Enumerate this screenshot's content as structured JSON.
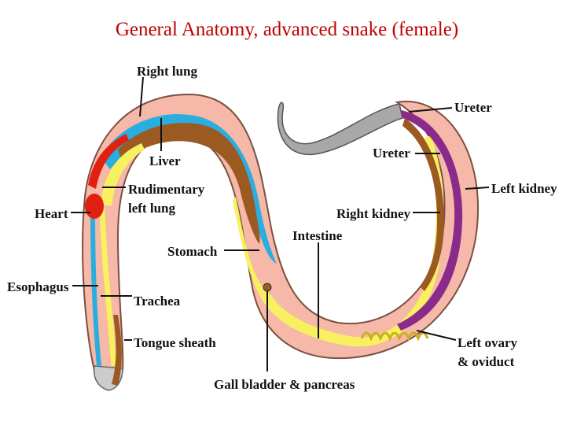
{
  "title": "General Anatomy, advanced snake (female)",
  "labels": {
    "right_lung": "Right lung",
    "liver": "Liver",
    "rudimentary_left_lung_1": "Rudimentary",
    "rudimentary_left_lung_2": "left lung",
    "heart": "Heart",
    "stomach": "Stomach",
    "esophagus": "Esophagus",
    "trachea": "Trachea",
    "tongue_sheath": "Tongue sheath",
    "gall_bladder_pancreas": "Gall bladder & pancreas",
    "intestine": "Intestine",
    "right_kidney": "Right kidney",
    "ureter_top": "Ureter",
    "ureter_mid": "Ureter",
    "left_kidney": "Left kidney",
    "left_ovary_1": "Left ovary",
    "left_ovary_2": "& oviduct"
  },
  "colors": {
    "title": "#c00000",
    "body": "#f6b8a8",
    "body_outline": "#7a5040",
    "lung": "#2aaee0",
    "liver": "#9a5a22",
    "gut": "#f8f060",
    "heart": "#e02010",
    "kidney": "#8a2a8a",
    "tail": "#a0a0a0"
  }
}
